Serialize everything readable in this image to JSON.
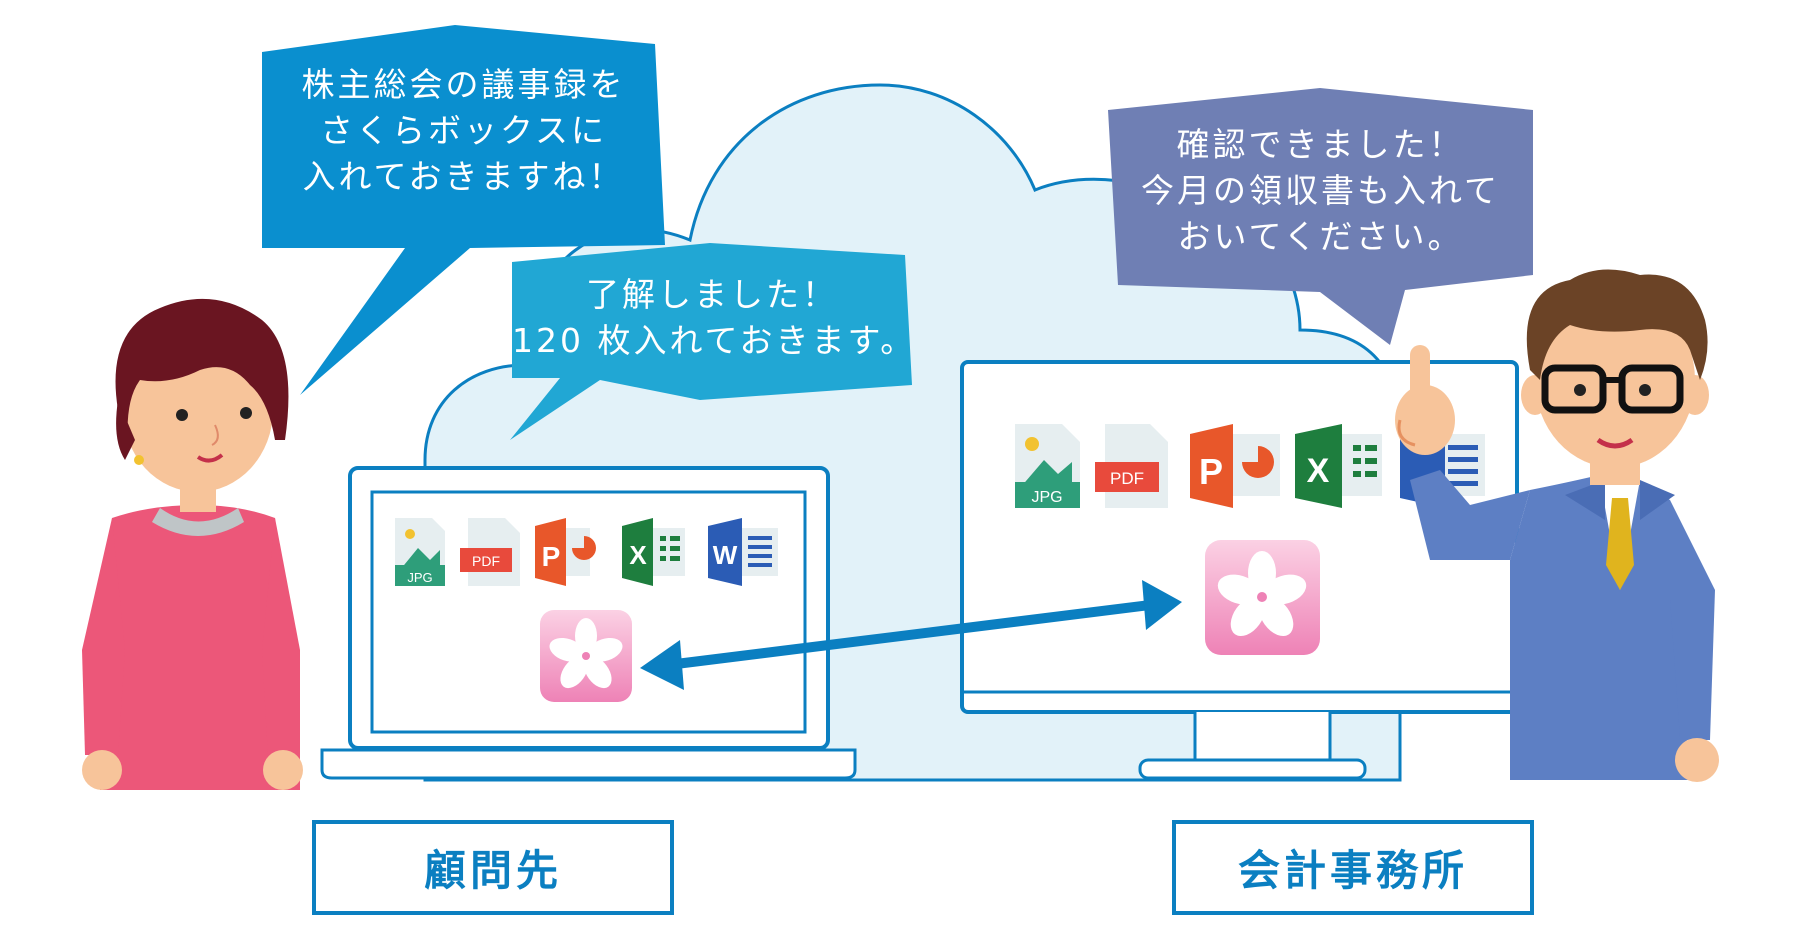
{
  "bubbles": {
    "client_message": {
      "lines": [
        "株主総会の議事録を",
        "さくらボックスに",
        "入れておきますね！"
      ],
      "color": "#0a8fcf"
    },
    "client_reply": {
      "lines": [
        "了解しました！",
        "120 枚入れておきます。"
      ],
      "color": "#21a7d4"
    },
    "office_message": {
      "lines": [
        "確認できました！",
        "今月の領収書も入れて",
        "おいてください。"
      ],
      "color": "#6f7fb4"
    }
  },
  "labels": {
    "client": "顧問先",
    "office": "会計事務所"
  },
  "file_icons": {
    "jpg": "JPG",
    "pdf": "PDF",
    "ppt": "P",
    "excel": "X",
    "word": "W"
  },
  "colors": {
    "accent_blue": "#0b7fc1",
    "cloud": "#e2f2f9",
    "sakura_pink": "#f08fbd",
    "ppt": "#e8572a",
    "excel": "#1e7e3e",
    "word": "#2b5cb5",
    "pdf": "#e84a3c",
    "jpg": "#2e9e7a"
  },
  "icons": [
    "cloud-shape",
    "laptop",
    "desktop-monitor",
    "sync-arrow",
    "sakura-app-icon",
    "woman-character",
    "man-character"
  ]
}
